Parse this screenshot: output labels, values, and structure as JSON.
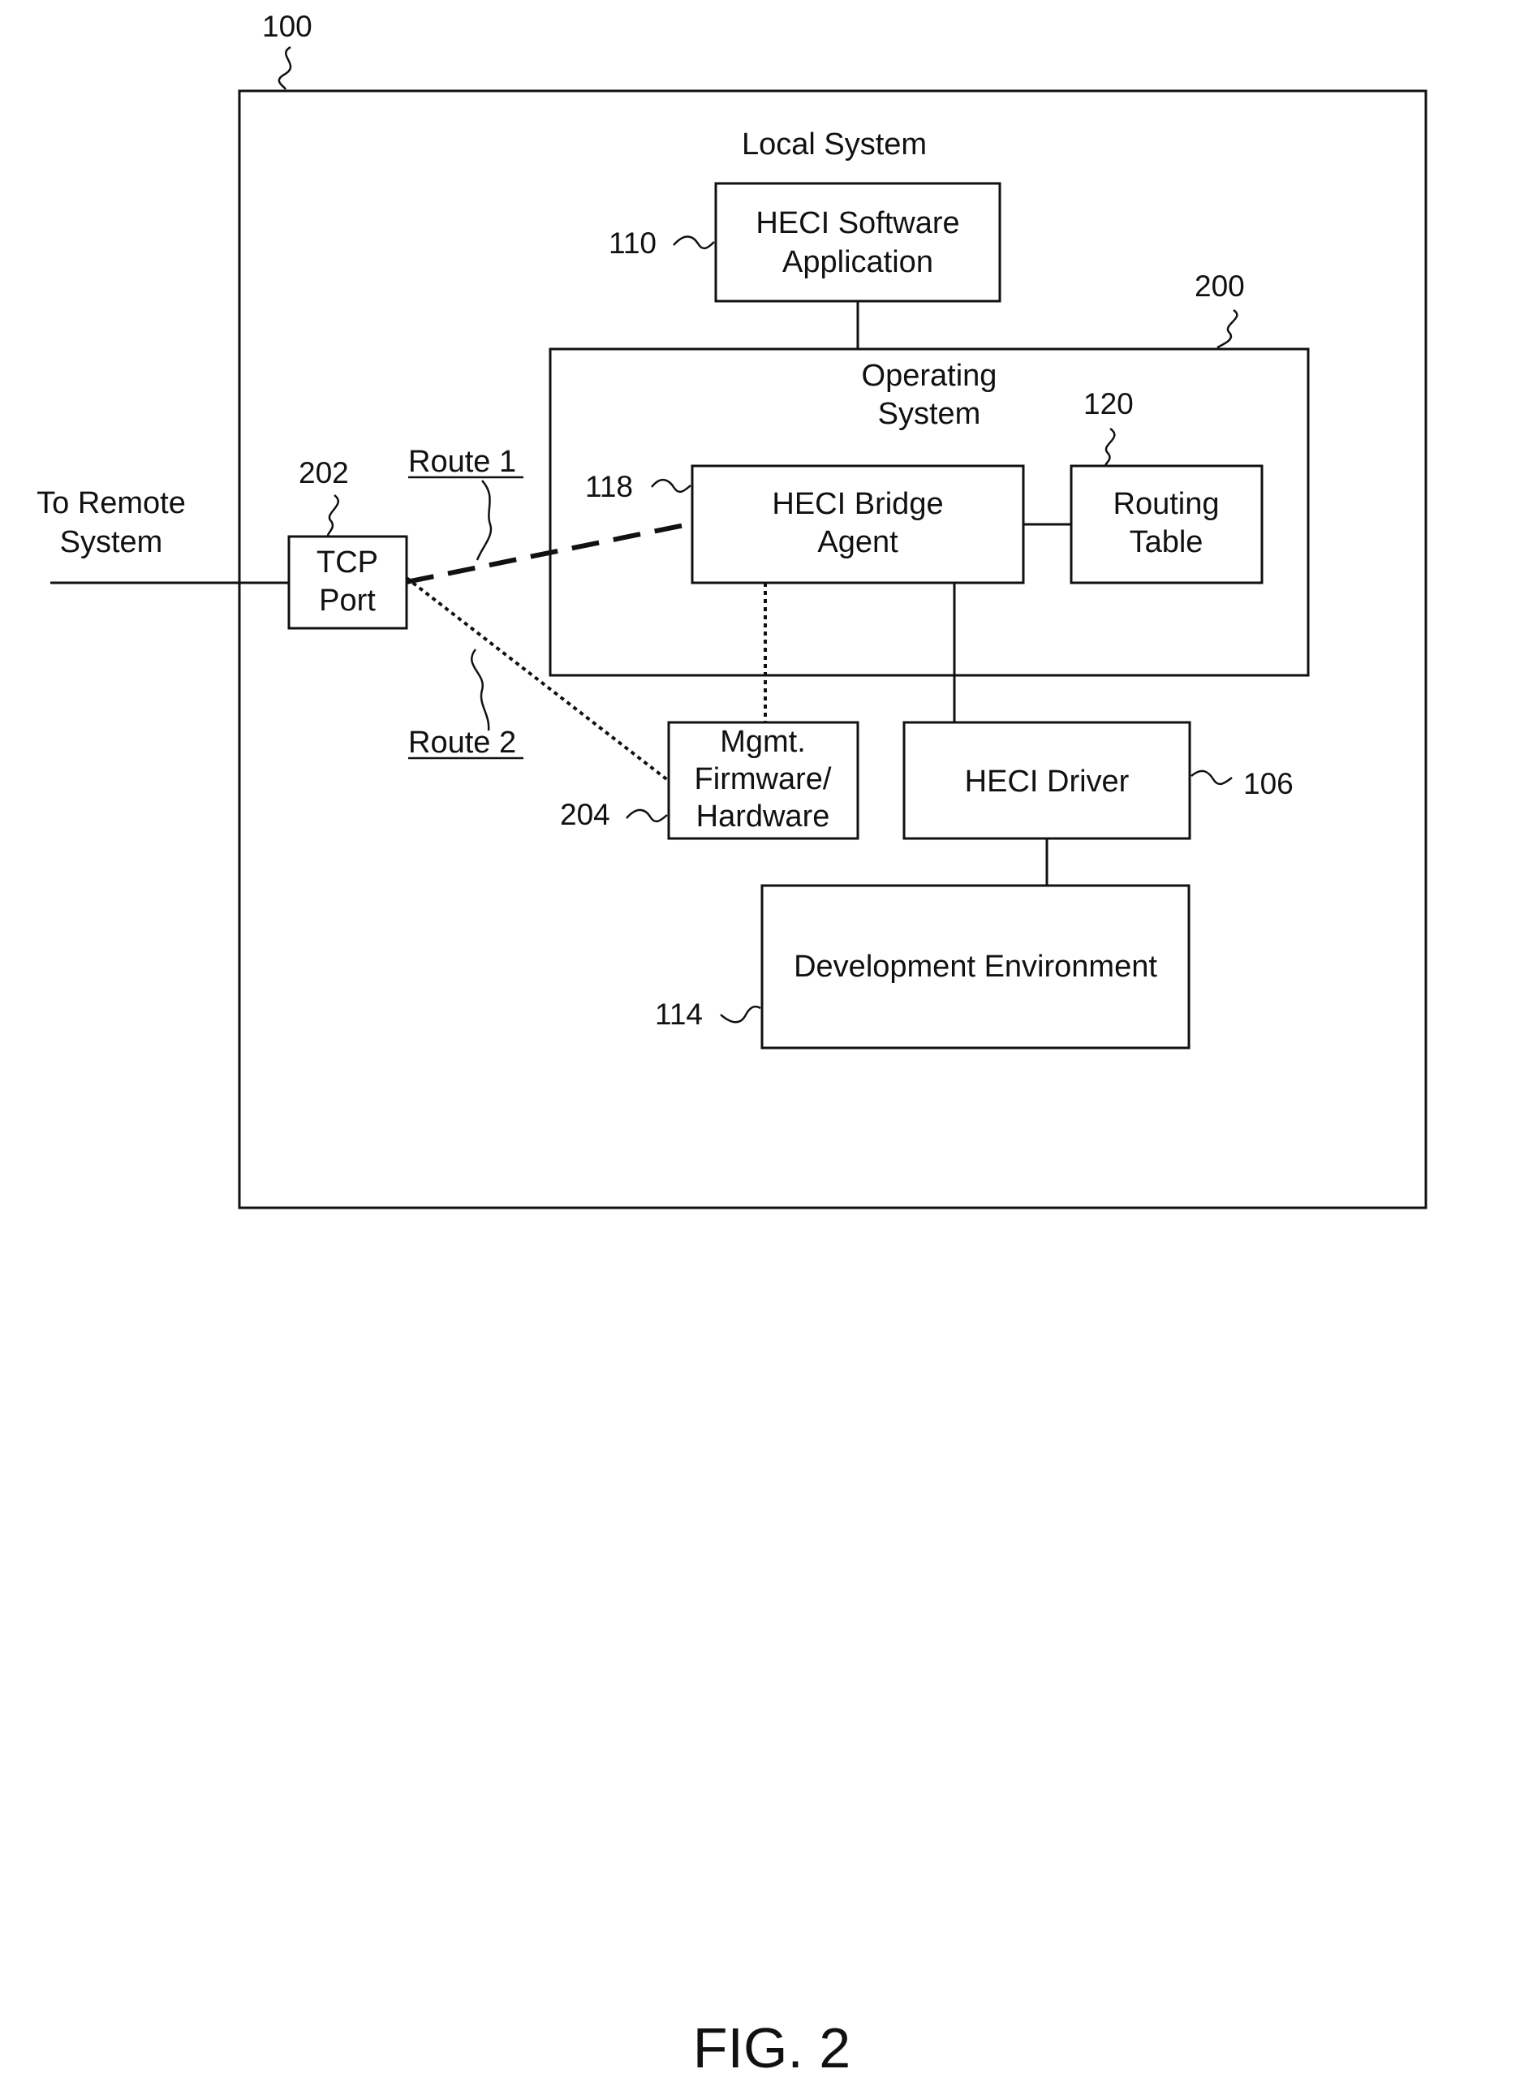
{
  "figure": {
    "caption": "FIG. 2"
  },
  "refs": {
    "system": "100",
    "heci_software_application": "110",
    "operating_system": "200",
    "routing_table": "120",
    "heci_bridge_agent": "118",
    "tcp_port": "202",
    "mgmt_firmware": "204",
    "heci_driver": "106",
    "development_environment": "114"
  },
  "labels": {
    "local_system": "Local System",
    "heci_software_application": [
      "HECI Software",
      "Application"
    ],
    "operating_system": [
      "Operating",
      "System"
    ],
    "routing_table": [
      "Routing",
      "Table"
    ],
    "heci_bridge_agent": [
      "HECI Bridge",
      "Agent"
    ],
    "to_remote_system": [
      "To Remote",
      "System"
    ],
    "tcp_port": [
      "TCP",
      "Port"
    ],
    "route_1": "Route 1",
    "route_2": "Route 2",
    "mgmt_firmware": [
      "Mgmt.",
      "Firmware/",
      "Hardware"
    ],
    "heci_driver": "HECI Driver",
    "development_environment": "Development Environment"
  }
}
